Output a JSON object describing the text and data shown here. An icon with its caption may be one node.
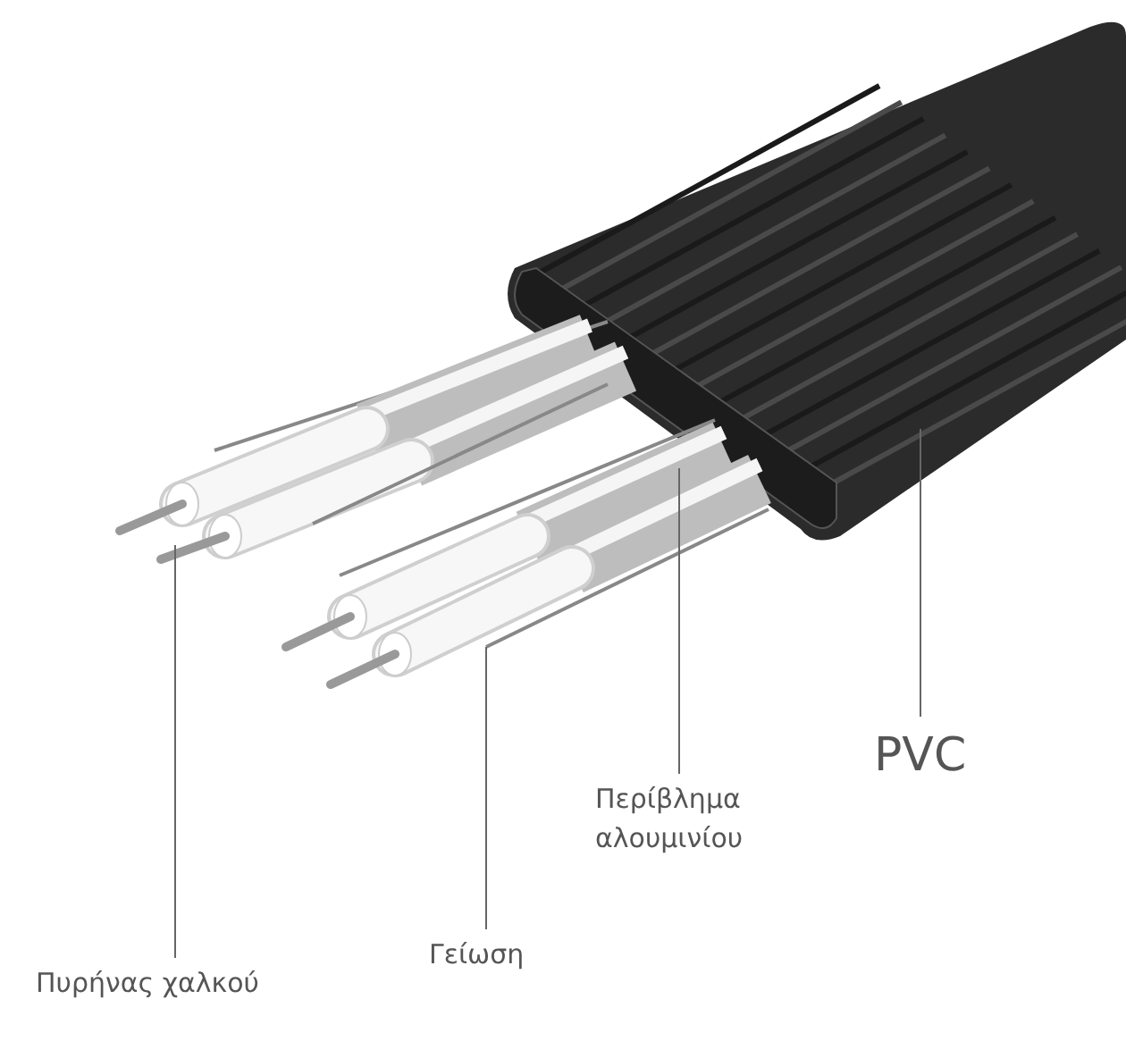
{
  "diagram": {
    "nodes": [
      {
        "text": [
          "Πυρήνας χαλκού"
        ]
      },
      {
        "text": [
          "Γείωση"
        ]
      },
      {
        "text": [
          "Περίβλημα αλουμινίου"
        ]
      },
      {
        "text": [
          "PVC"
        ]
      }
    ],
    "edges": [
      {
        "from": 0,
        "to": null,
        "arrow": "none"
      },
      {
        "from": 1,
        "to": null,
        "arrow": "none"
      },
      {
        "from": 2,
        "to": null,
        "arrow": "none"
      },
      {
        "from": 3,
        "to": null,
        "arrow": "none"
      }
    ]
  }
}
